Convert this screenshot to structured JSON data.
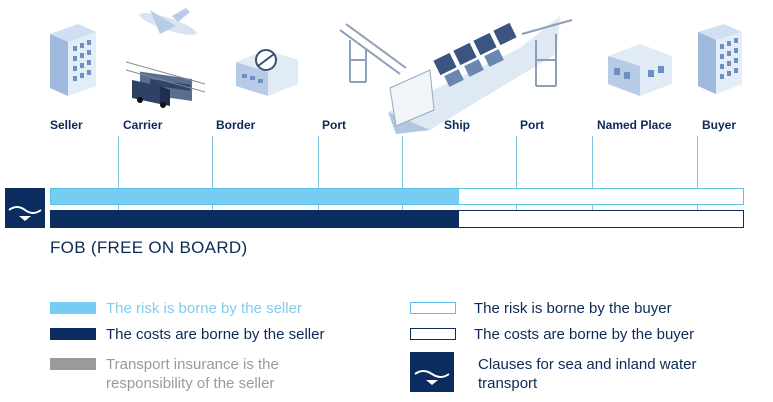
{
  "stages": [
    {
      "id": "seller",
      "label": "Seller"
    },
    {
      "id": "carrier",
      "label": "Carrier"
    },
    {
      "id": "border",
      "label": "Border"
    },
    {
      "id": "port1",
      "label": "Port"
    },
    {
      "id": "ship",
      "label": "Ship"
    },
    {
      "id": "port2",
      "label": "Port"
    },
    {
      "id": "named_place",
      "label": "Named Place"
    },
    {
      "id": "buyer",
      "label": "Buyer"
    }
  ],
  "title": "FOB (FREE ON BOARD)",
  "transfer_point": 0.589,
  "legend": {
    "risk_seller": "The risk is borne by the seller",
    "cost_seller": "The costs are borne by the seller",
    "insurance_seller": "Transport insurance is the responsibility of the seller",
    "risk_buyer": "The risk is borne by the buyer",
    "cost_buyer": "The costs are borne by the buyer",
    "sea_clause": "Clauses for sea and inland water transport"
  },
  "colors": {
    "risk_seller": "#77cdf1",
    "cost_seller": "#0b2c5f",
    "insurance": "#9a9a9a",
    "navy": "#0d2a57"
  }
}
